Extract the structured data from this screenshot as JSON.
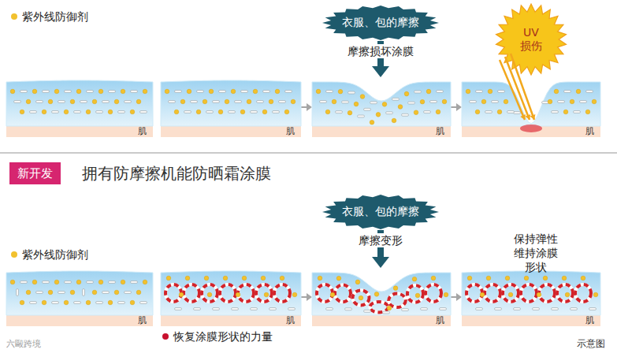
{
  "diagram": {
    "title": "拥有防摩擦机能防晒霜涂膜",
    "nodes": [
      {
        "text": [
          "肌"
        ]
      },
      {
        "text": [
          "肌"
        ]
      },
      {
        "text": [
          "衣服、包的摩擦"
        ]
      },
      {
        "text": [
          "肌"
        ]
      },
      {
        "text": [
          "UV 损伤"
        ]
      },
      {
        "text": [
          "肌"
        ]
      },
      {
        "text": [
          "新开发"
        ]
      },
      {
        "text": [
          "肌"
        ]
      },
      {
        "text": [
          "肌"
        ]
      },
      {
        "text": [
          "衣服、包的摩擦"
        ]
      },
      {
        "text": [
          "肌"
        ]
      },
      {
        "text": [
          "肌"
        ]
      }
    ],
    "edges": [
      {
        "from": 1,
        "to": 3,
        "arrow": "to"
      },
      {
        "from": 3,
        "to": 5,
        "arrow": "to"
      },
      {
        "from": 2,
        "to": 3,
        "label": "摩擦损坏涂膜",
        "arrow": "to"
      },
      {
        "from": 8,
        "to": 10,
        "arrow": "to"
      },
      {
        "from": 10,
        "to": 11,
        "arrow": "to"
      },
      {
        "from": 9,
        "to": 10,
        "label": "摩擦变形",
        "arrow": "to"
      }
    ],
    "labels": [
      "保持弹性 维持涂膜形状",
      "示意图",
      "六毆跨境"
    ],
    "legend": [
      {
        "text": "紫外线防御剂",
        "color": "#f2c12e"
      },
      {
        "text": "紫外线防御剂",
        "color": "#f2c12e"
      },
      {
        "text": "恢复涂膜形状的力量",
        "color": "#c8102e"
      }
    ]
  }
}
